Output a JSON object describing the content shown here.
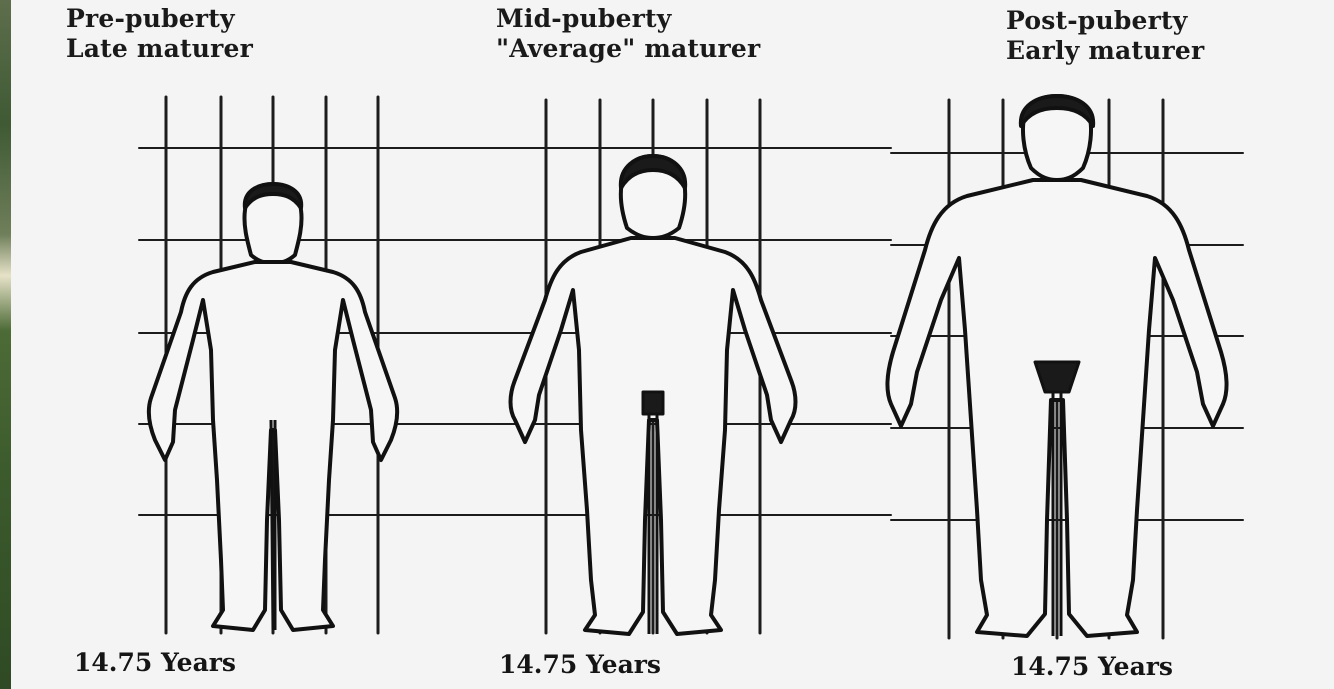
{
  "panels": [
    {
      "stage": "Pre-puberty",
      "maturer": "Late maturer",
      "age": "14.75 Years"
    },
    {
      "stage": "Mid-puberty",
      "maturer": "\"Average\" maturer",
      "age": "14.75 Years"
    },
    {
      "stage": "Post-puberty",
      "maturer": "Early maturer",
      "age": "14.75 Years"
    }
  ],
  "colors": {
    "ink": "#151515",
    "paper": "#f4f4f4"
  }
}
